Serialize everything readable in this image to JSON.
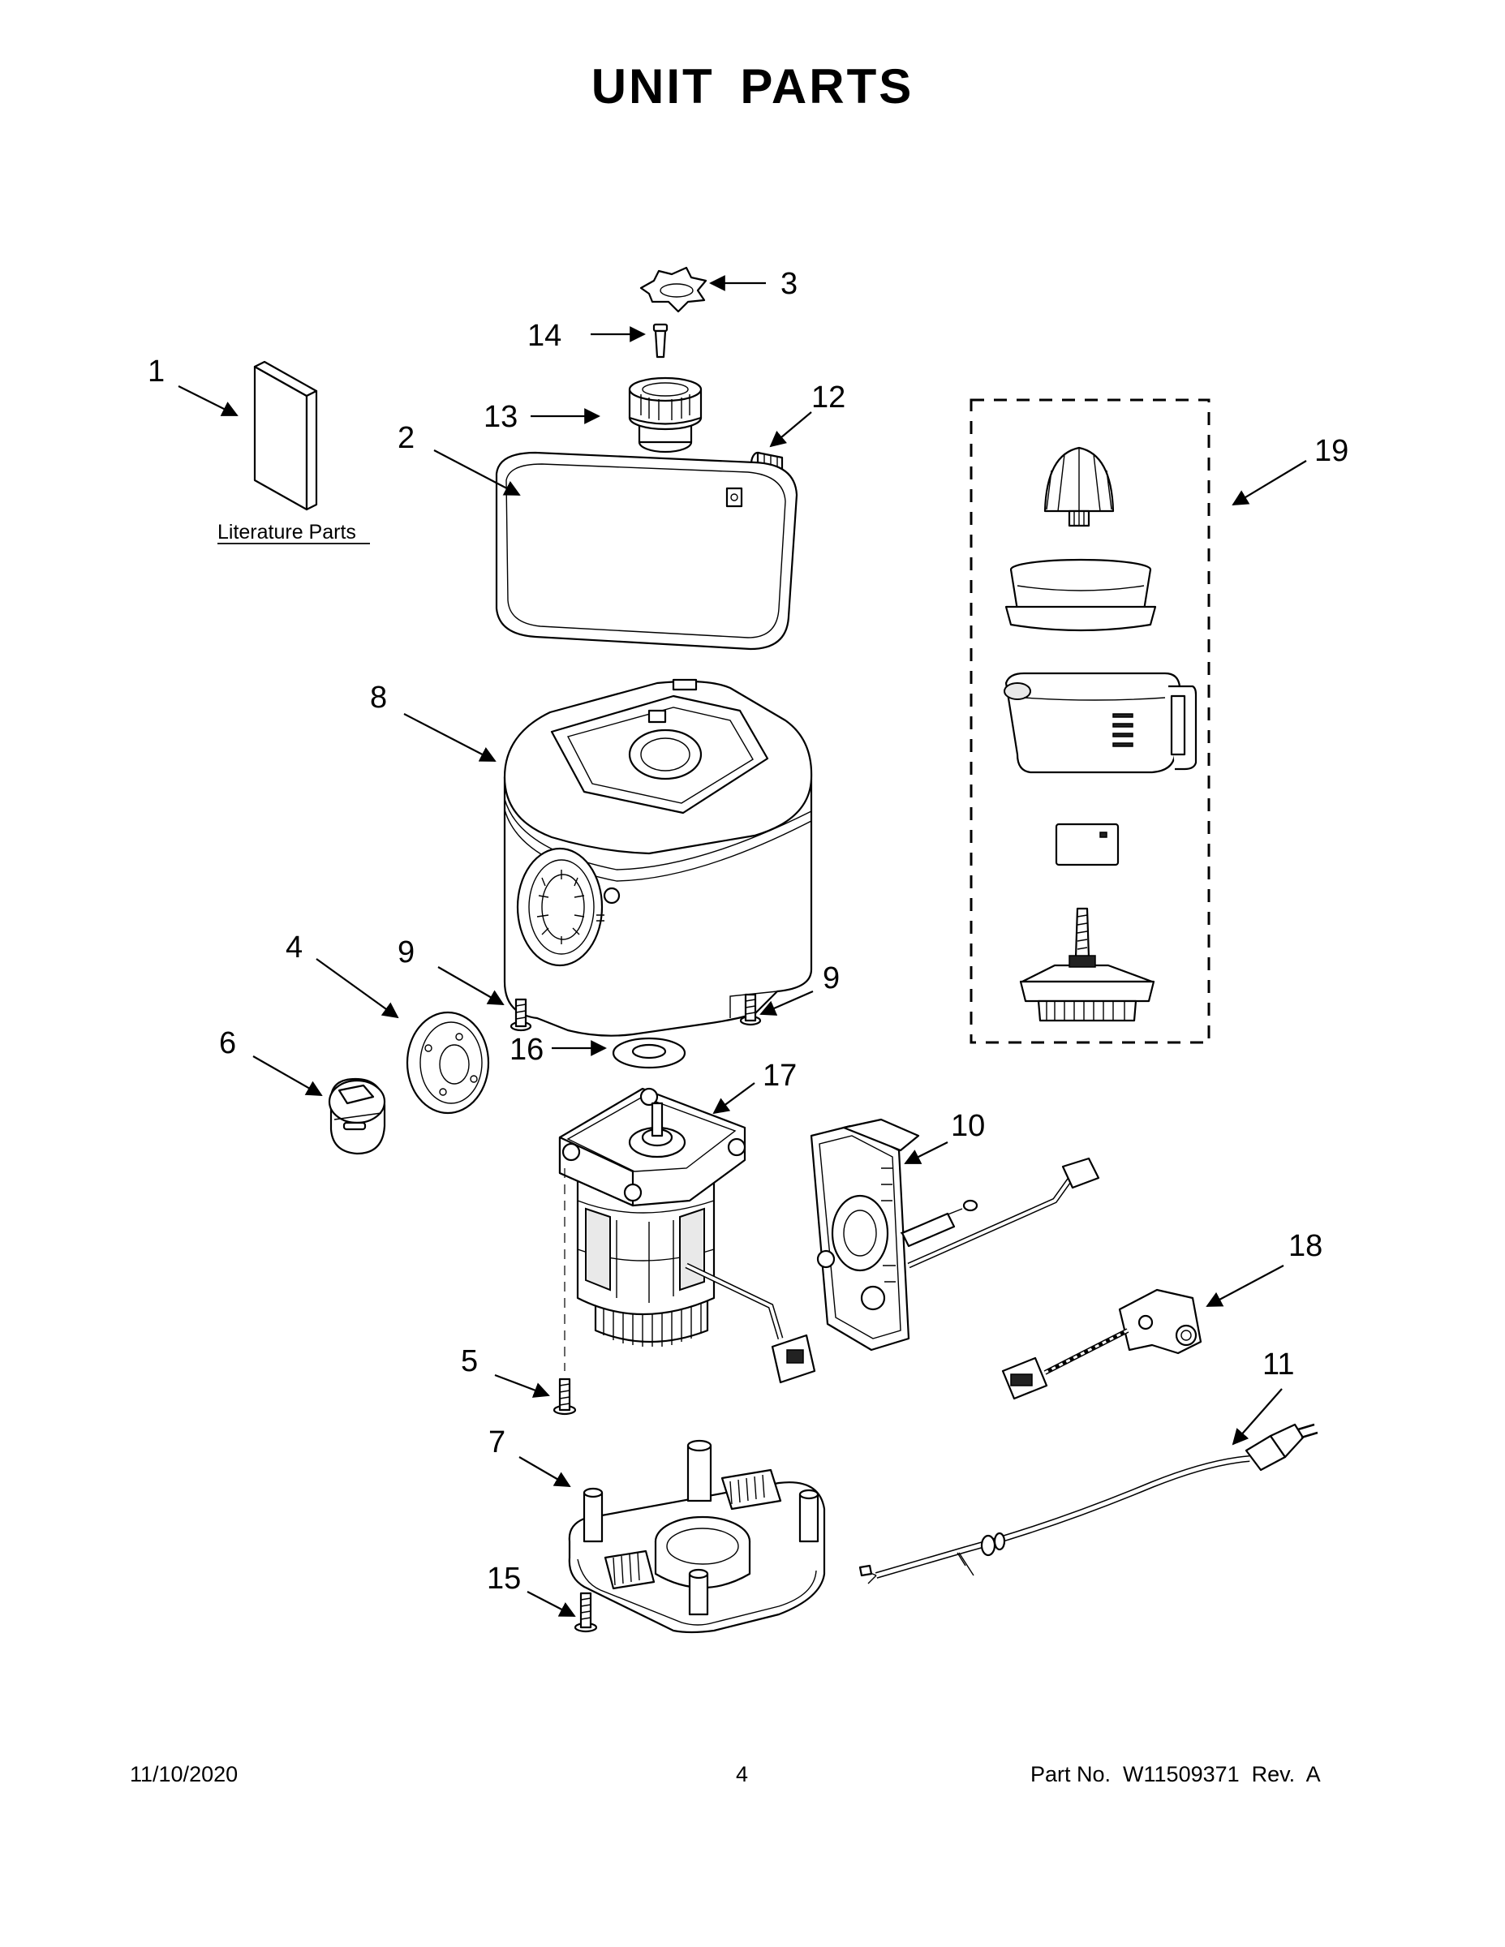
{
  "title": "UNIT PARTS",
  "literature_label": "Literature Parts",
  "callouts": {
    "c1": "1",
    "c2": "2",
    "c3": "3",
    "c4": "4",
    "c5": "5",
    "c6": "6",
    "c7": "7",
    "c8": "8",
    "c9a": "9",
    "c9b": "9",
    "c10": "10",
    "c11": "11",
    "c12": "12",
    "c13": "13",
    "c14": "14",
    "c15": "15",
    "c16": "16",
    "c17": "17",
    "c18": "18",
    "c19": "19"
  },
  "footer": {
    "date": "11/10/2020",
    "page": "4",
    "part_no": "Part No.  W11509371  Rev.  A"
  }
}
